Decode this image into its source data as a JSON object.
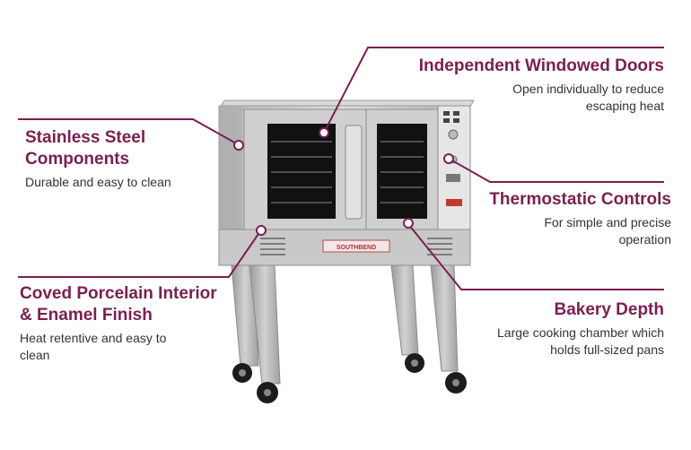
{
  "colors": {
    "accent": "#7a1f50",
    "text": "#333333",
    "steel": "#c4c4c4",
    "steel_dark": "#8e8e8e",
    "window": "#111111"
  },
  "callouts": {
    "doors": {
      "title": "Independent Windowed Doors",
      "desc_1": "Open individually to reduce",
      "desc_2": "escaping heat"
    },
    "steel": {
      "title_1": "Stainless Steel",
      "title_2": "Components",
      "desc": "Durable and easy to clean"
    },
    "thermo": {
      "title": "Thermostatic Controls",
      "desc_1": "For simple and precise",
      "desc_2": "operation"
    },
    "coved": {
      "title_1": "Coved Porcelain Interior",
      "title_2": "& Enamel Finish",
      "desc_1": "Heat retentive and easy to",
      "desc_2": "clean"
    },
    "bakery": {
      "title": "Bakery Depth",
      "desc_1": "Large cooking chamber which",
      "desc_2": "holds full-sized pans"
    }
  },
  "product": {
    "brand_plate": "SOUTHBEND"
  }
}
